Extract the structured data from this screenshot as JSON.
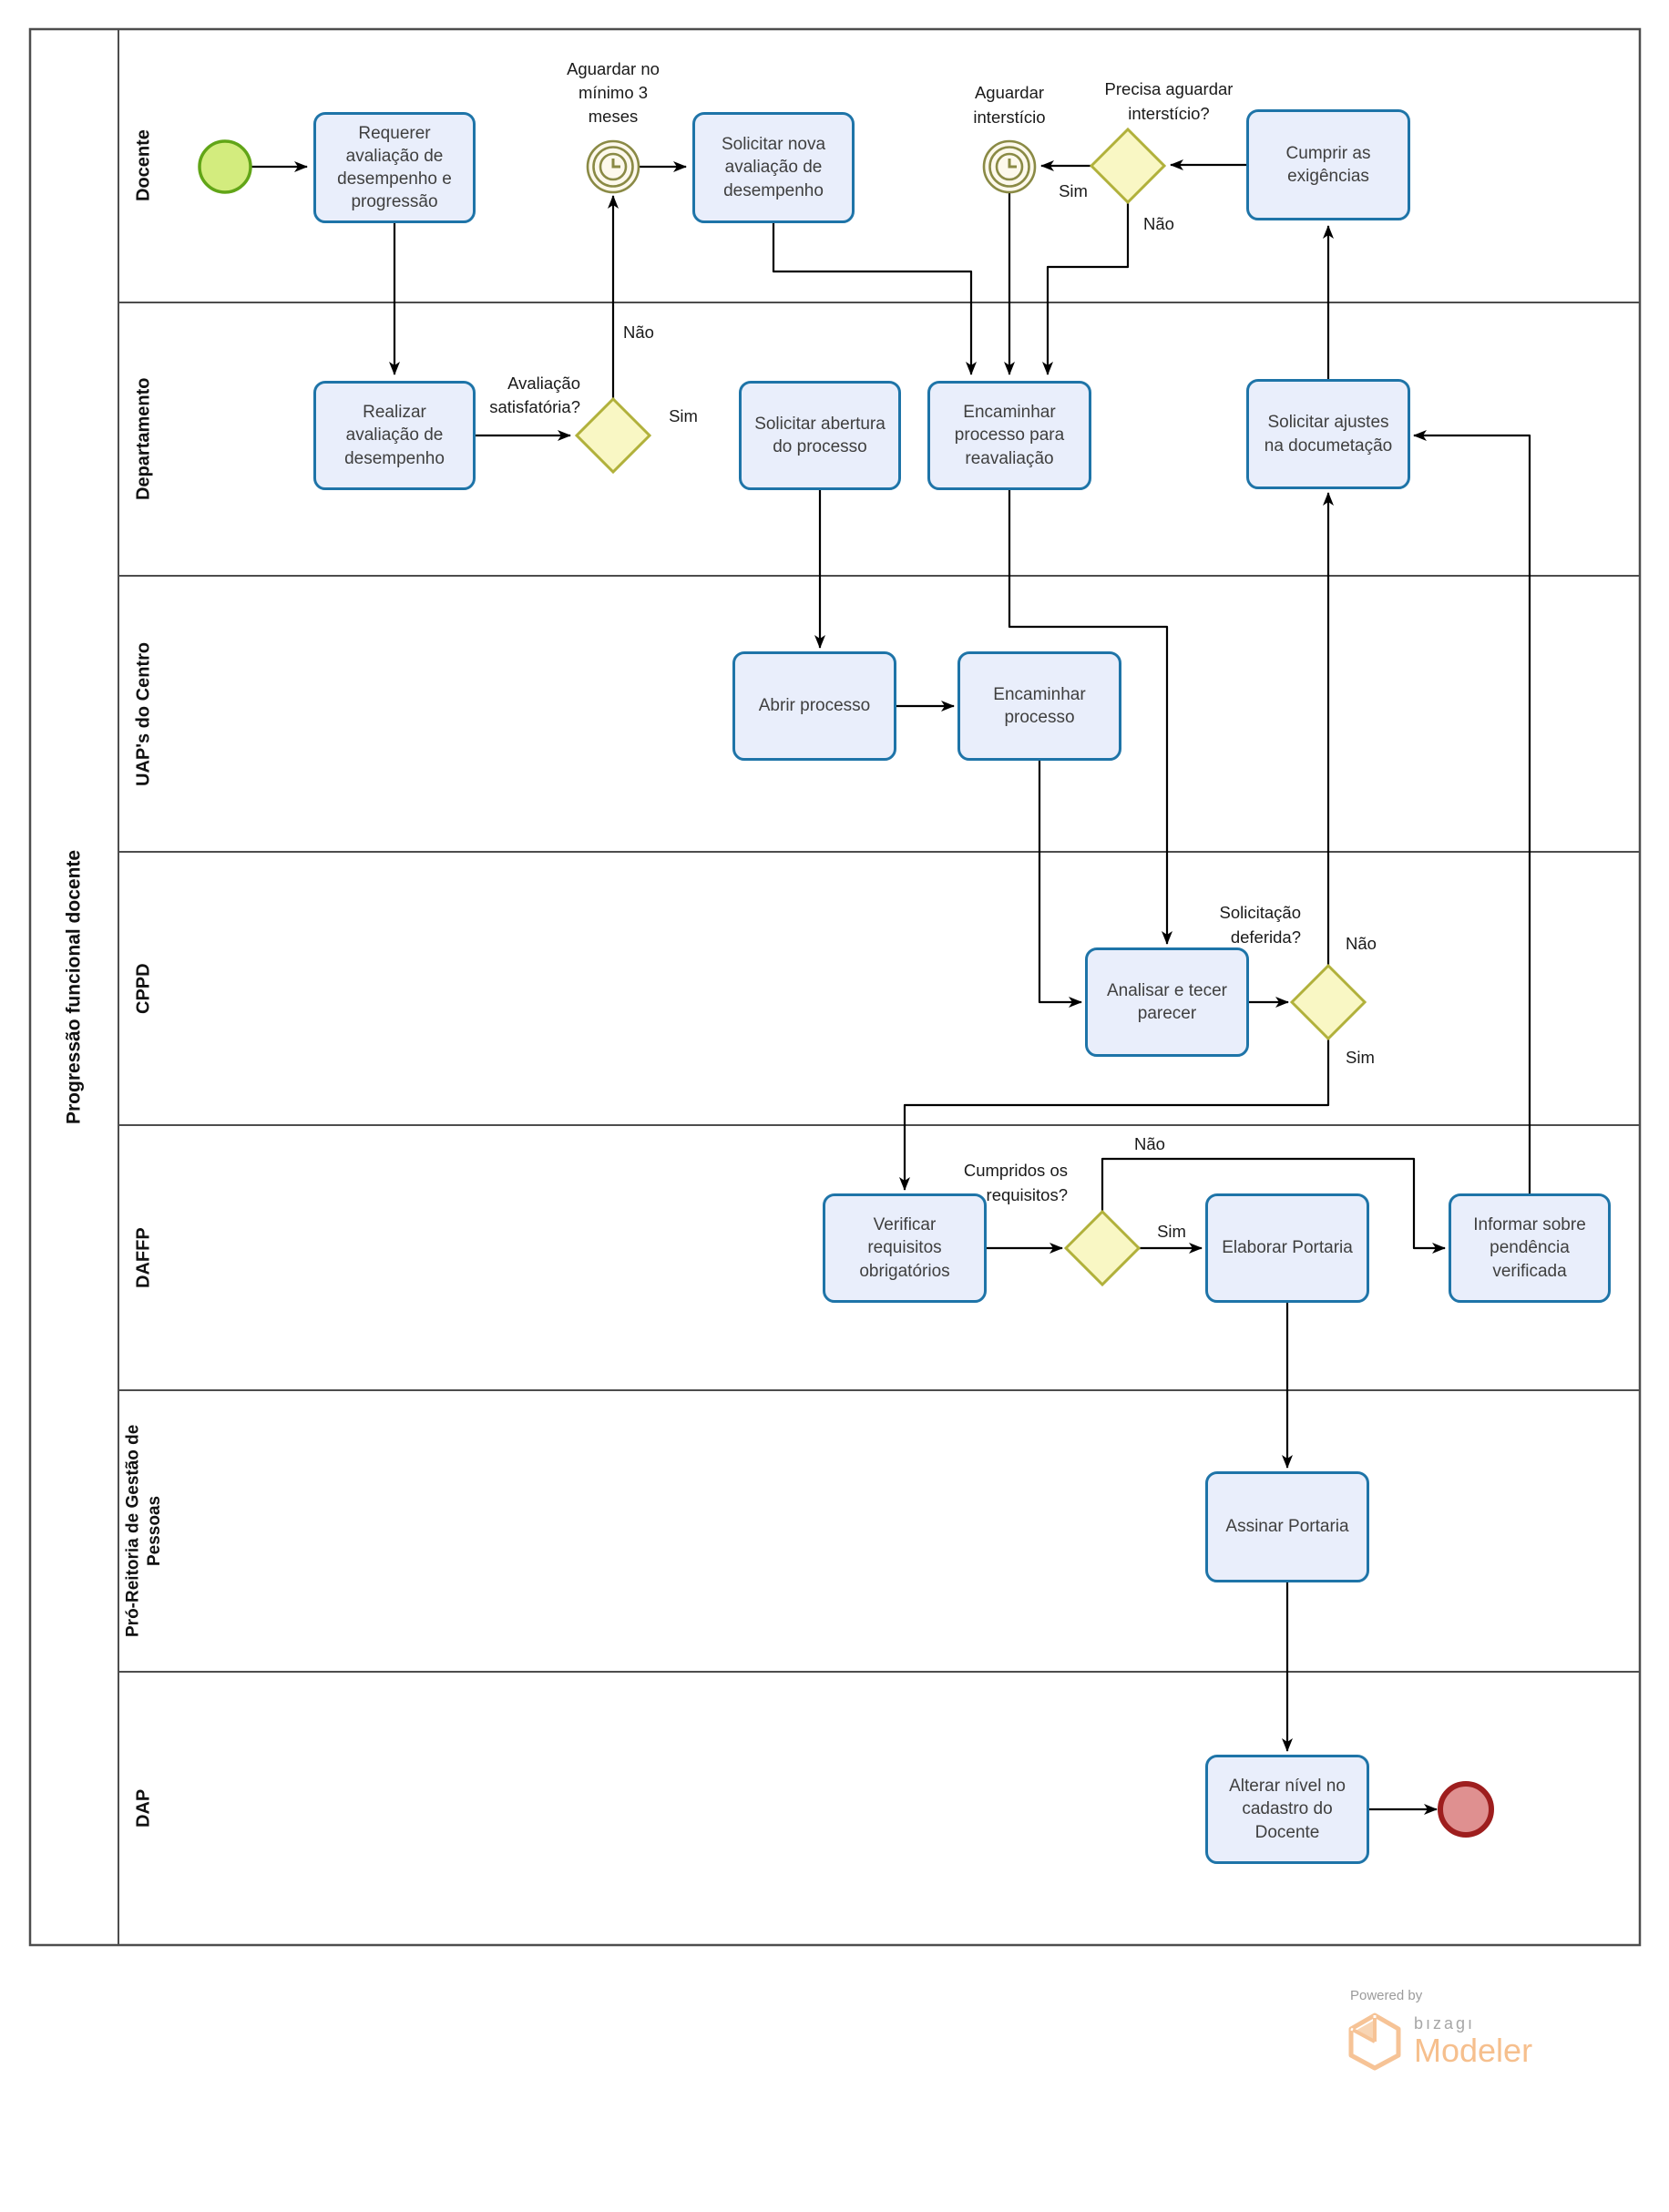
{
  "pool": {
    "title": "Progressão funcional docente"
  },
  "lanes": [
    {
      "label": "Docente"
    },
    {
      "label": "Departamento"
    },
    {
      "label": "UAP's do Centro"
    },
    {
      "label": "CPPD"
    },
    {
      "label": "DAFFP"
    },
    {
      "label": "Pró-Reitoria de Gestão de Pessoas"
    },
    {
      "label": "DAP"
    }
  ],
  "tasks": {
    "requerer": {
      "label": "Requerer avaliação de desempenho e progressão"
    },
    "solicitar_nova": {
      "label": "Solicitar nova avaliação de desempenho"
    },
    "cumprir": {
      "label": "Cumprir as exigências"
    },
    "realizar": {
      "label": "Realizar avaliação de desempenho"
    },
    "solicitar_abertura": {
      "label": "Solicitar abertura do processo"
    },
    "encaminhar_reavaliacao": {
      "label": "Encaminhar processo para reavaliação"
    },
    "solicitar_ajustes": {
      "label": "Solicitar ajustes na documetação"
    },
    "abrir_processo": {
      "label": "Abrir processo"
    },
    "encaminhar_processo": {
      "label": "Encaminhar processo"
    },
    "analisar": {
      "label": "Analisar e tecer parecer"
    },
    "verificar": {
      "label": "Verificar requisitos obrigatórios"
    },
    "elaborar": {
      "label": "Elaborar Portaria"
    },
    "informar": {
      "label": "Informar sobre pendência verificada"
    },
    "assinar": {
      "label": "Assinar Portaria"
    },
    "alterar": {
      "label": "Alterar nível no cadastro do Docente"
    }
  },
  "events": {
    "timer1": {
      "lines": [
        "Aguardar no",
        "mínimo 3",
        "meses"
      ]
    },
    "timer2": {
      "lines": [
        "Aguardar",
        "interstício"
      ]
    }
  },
  "gateways": {
    "gw_intersticio": {
      "lines": [
        "Precisa aguardar",
        "interstício?"
      ]
    },
    "gw_avaliacao": {
      "lines": [
        "Avaliação",
        "satisfatória?"
      ]
    },
    "gw_solicitacao": {
      "lines": [
        "Solicitação",
        "deferida?"
      ]
    },
    "gw_requisitos": {
      "lines": [
        "Cumpridos os",
        "requisitos?"
      ]
    }
  },
  "flow_labels": {
    "sim": "Sim",
    "nao": "Não"
  },
  "footer": {
    "powered_by": "Powered by",
    "brand": "bızagı",
    "product": "Modeler"
  },
  "colors": {
    "task_fill": "#e9eefb",
    "task_border": "#1e74a8",
    "gateway_fill": "#f9f7c4",
    "gateway_border": "#b1b13b",
    "start_fill": "#d3ec7e",
    "start_border": "#61a517",
    "end_fill": "#df9090",
    "end_border": "#9e1e1e",
    "timer": "#8a8a45",
    "flow_line": "#000000",
    "lane_border": "#4d4d4d",
    "brand_orange": "#f6bf8d"
  }
}
